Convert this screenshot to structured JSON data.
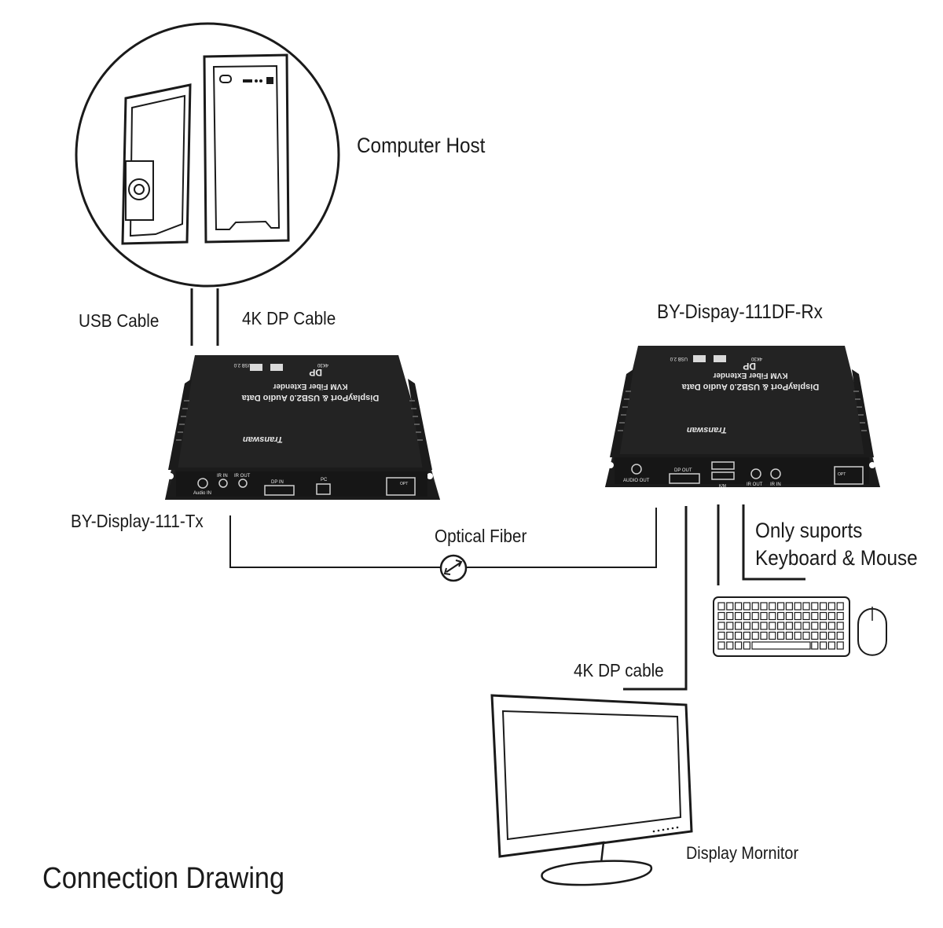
{
  "title": "Connection Drawing",
  "labels": {
    "computer_host": "Computer Host",
    "usb_cable": "USB Cable",
    "dp_cable_top": "4K DP Cable",
    "rx_model": "BY-Dispay-111DF-Rx",
    "tx_model": "BY-Display-111-Tx",
    "optical_fiber": "Optical Fiber",
    "km_note_line1": "Only suports",
    "km_note_line2": "Keyboard & Mouse",
    "dp_cable_bottom": "4K DP cable",
    "display": "Display Mornitor"
  },
  "device": {
    "brand": "Transwan",
    "line1": "DisplayPort & USB2.0 Audio Data",
    "line2": "KVM Fiber Extender",
    "usb_badge": "USB 2.0",
    "res_badge": "4K30",
    "dp_badge": "DP"
  },
  "tx_ports": {
    "audio_in": "Audio IN",
    "ir_in": "IR IN",
    "ir_out": "IR OUT",
    "dp_in": "DP IN",
    "pc": "PC",
    "opt": "OPT"
  },
  "rx_ports": {
    "audio_out": "AUDIO OUT",
    "dp_out": "DP OUT",
    "km": "K/M",
    "ir_out": "IR OUT",
    "ir_in": "IR IN",
    "opt": "OPT"
  },
  "colors": {
    "device_body": "#232323",
    "line": "#1a1a1a"
  }
}
